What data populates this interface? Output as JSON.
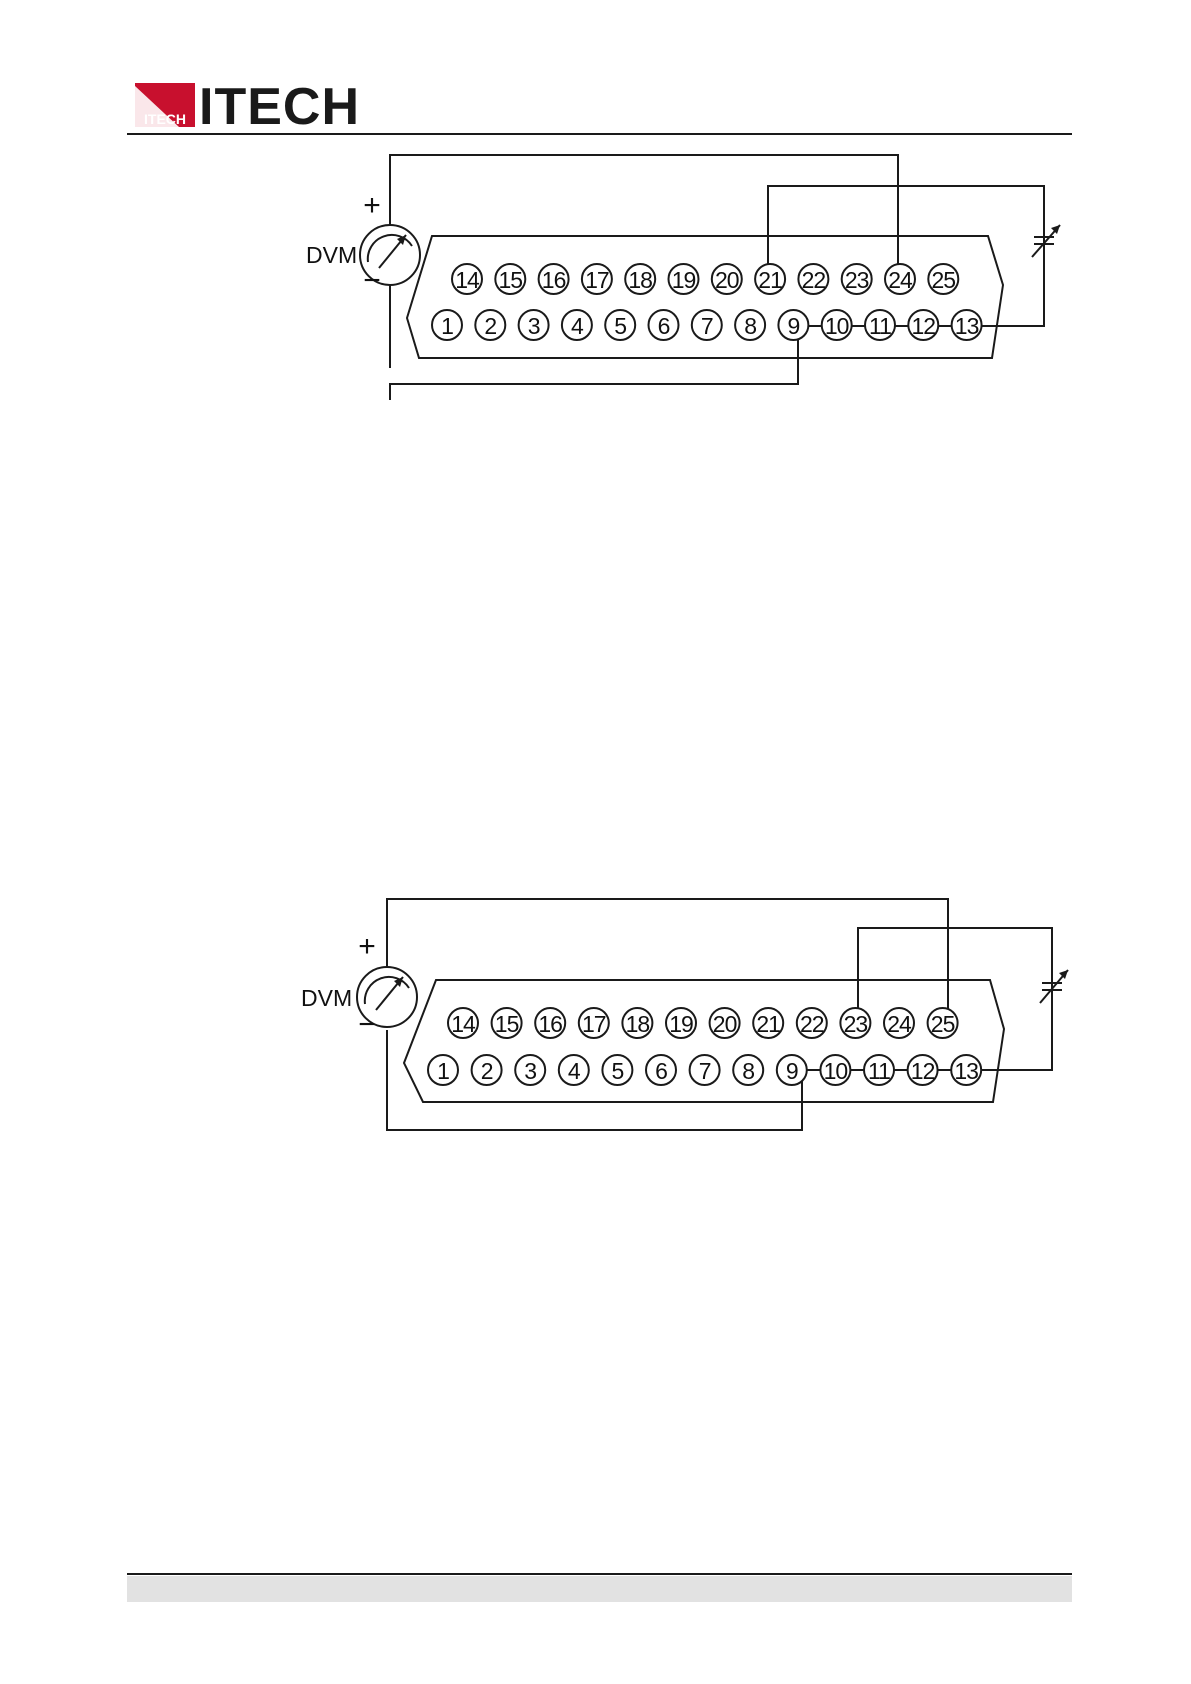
{
  "header": {
    "brand": "ITECH",
    "logo_mark_text": "ITECH",
    "brand_color": "#c8102e"
  },
  "diagrams": [
    {
      "meter_label": "DVM",
      "plus": "+",
      "minus": "−",
      "top_row_pins": [
        "14",
        "15",
        "16",
        "17",
        "18",
        "19",
        "20",
        "21",
        "22",
        "23",
        "24",
        "25"
      ],
      "bottom_row_pins": [
        "1",
        "2",
        "3",
        "4",
        "5",
        "6",
        "7",
        "8",
        "9",
        "10",
        "11",
        "12",
        "13"
      ],
      "dvm_plus_to_pin": "24",
      "dvm_minus_to_pin": "9",
      "variable_load_between": [
        "21",
        "13"
      ],
      "jumpered_pins": [
        "9",
        "10",
        "11",
        "12",
        "13"
      ]
    },
    {
      "meter_label": "DVM",
      "plus": "+",
      "minus": "−",
      "top_row_pins": [
        "14",
        "15",
        "16",
        "17",
        "18",
        "19",
        "20",
        "21",
        "22",
        "23",
        "24",
        "25"
      ],
      "bottom_row_pins": [
        "1",
        "2",
        "3",
        "4",
        "5",
        "6",
        "7",
        "8",
        "9",
        "10",
        "11",
        "12",
        "13"
      ],
      "dvm_plus_to_pin": "25",
      "dvm_minus_to_pin": "9",
      "variable_load_between": [
        "23",
        "13"
      ],
      "jumpered_pins": [
        "9",
        "10",
        "11",
        "12",
        "13"
      ]
    }
  ]
}
